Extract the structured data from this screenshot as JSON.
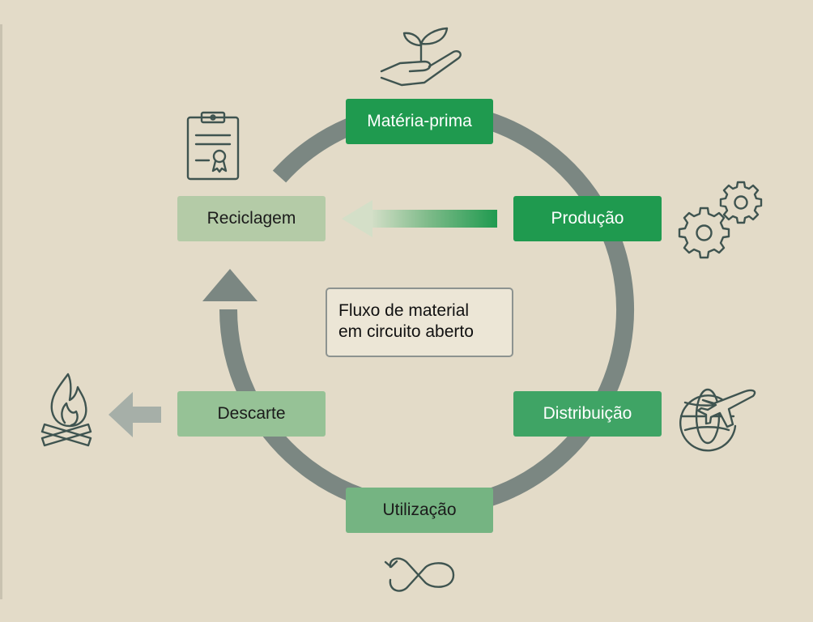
{
  "diagram": {
    "nodes": [
      {
        "id": "materia",
        "label": "Matéria-prima"
      },
      {
        "id": "producao",
        "label": "Produção"
      },
      {
        "id": "distribuicao",
        "label": "Distribuição"
      },
      {
        "id": "utilizacao",
        "label": "Utilização"
      },
      {
        "id": "descarte",
        "label": "Descarte"
      },
      {
        "id": "reciclagem",
        "label": "Reciclagem"
      }
    ],
    "center_text": [
      "Fluxo de material",
      "em circuito aberto"
    ],
    "icons": [
      "seedling-hand-icon",
      "certificate-icon",
      "gears-icon",
      "globe-plane-icon",
      "infinity-icon",
      "campfire-icon"
    ],
    "colors": {
      "background": "#e3dbc8",
      "ring": "#7b8782",
      "green_dark": "#1f9a4f",
      "green_mid": "#3fa465",
      "green_light": "#96c296",
      "icon_stroke": "#3f5450"
    }
  }
}
